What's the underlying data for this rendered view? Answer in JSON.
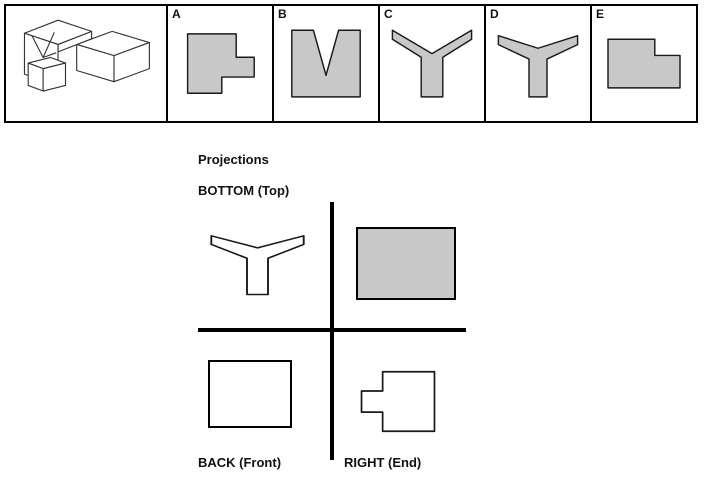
{
  "palette": {
    "shape_fill": "#c8c8c8",
    "outline": "#1a1a1a"
  },
  "pictorial": {
    "icon": "isometric-block-with-v-notch-and-step"
  },
  "options": [
    {
      "letter": "A",
      "shape": "square-with-right-tab-and-bottom-notch"
    },
    {
      "letter": "B",
      "shape": "rectangle-with-v-notch-from-top"
    },
    {
      "letter": "C",
      "shape": "y-shape-steep-arms"
    },
    {
      "letter": "D",
      "shape": "y-shape-flat-arms"
    },
    {
      "letter": "E",
      "shape": "rectangle-with-top-right-notch"
    }
  ],
  "projections": {
    "title": "Projections",
    "top_left_label": "BOTTOM (Top)",
    "bottom_left_label": "BACK (Front)",
    "bottom_right_label": "RIGHT (End)"
  }
}
